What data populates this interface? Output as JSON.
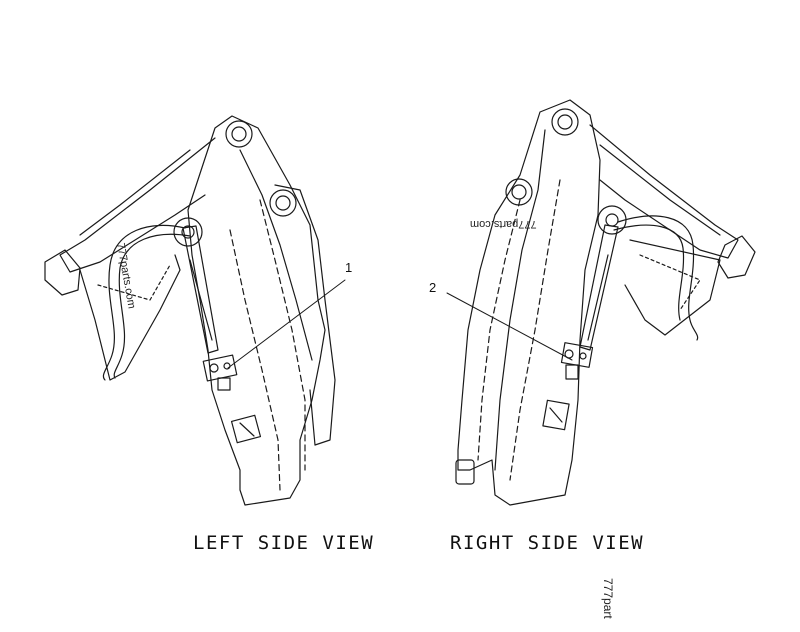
{
  "labels": {
    "left_view": "LEFT SIDE VIEW",
    "right_view": "RIGHT SIDE VIEW"
  },
  "callouts": {
    "one": "1",
    "two": "2"
  },
  "watermarks": {
    "left": "777parts.com",
    "right": "777parts.com",
    "bottom": "777part"
  }
}
